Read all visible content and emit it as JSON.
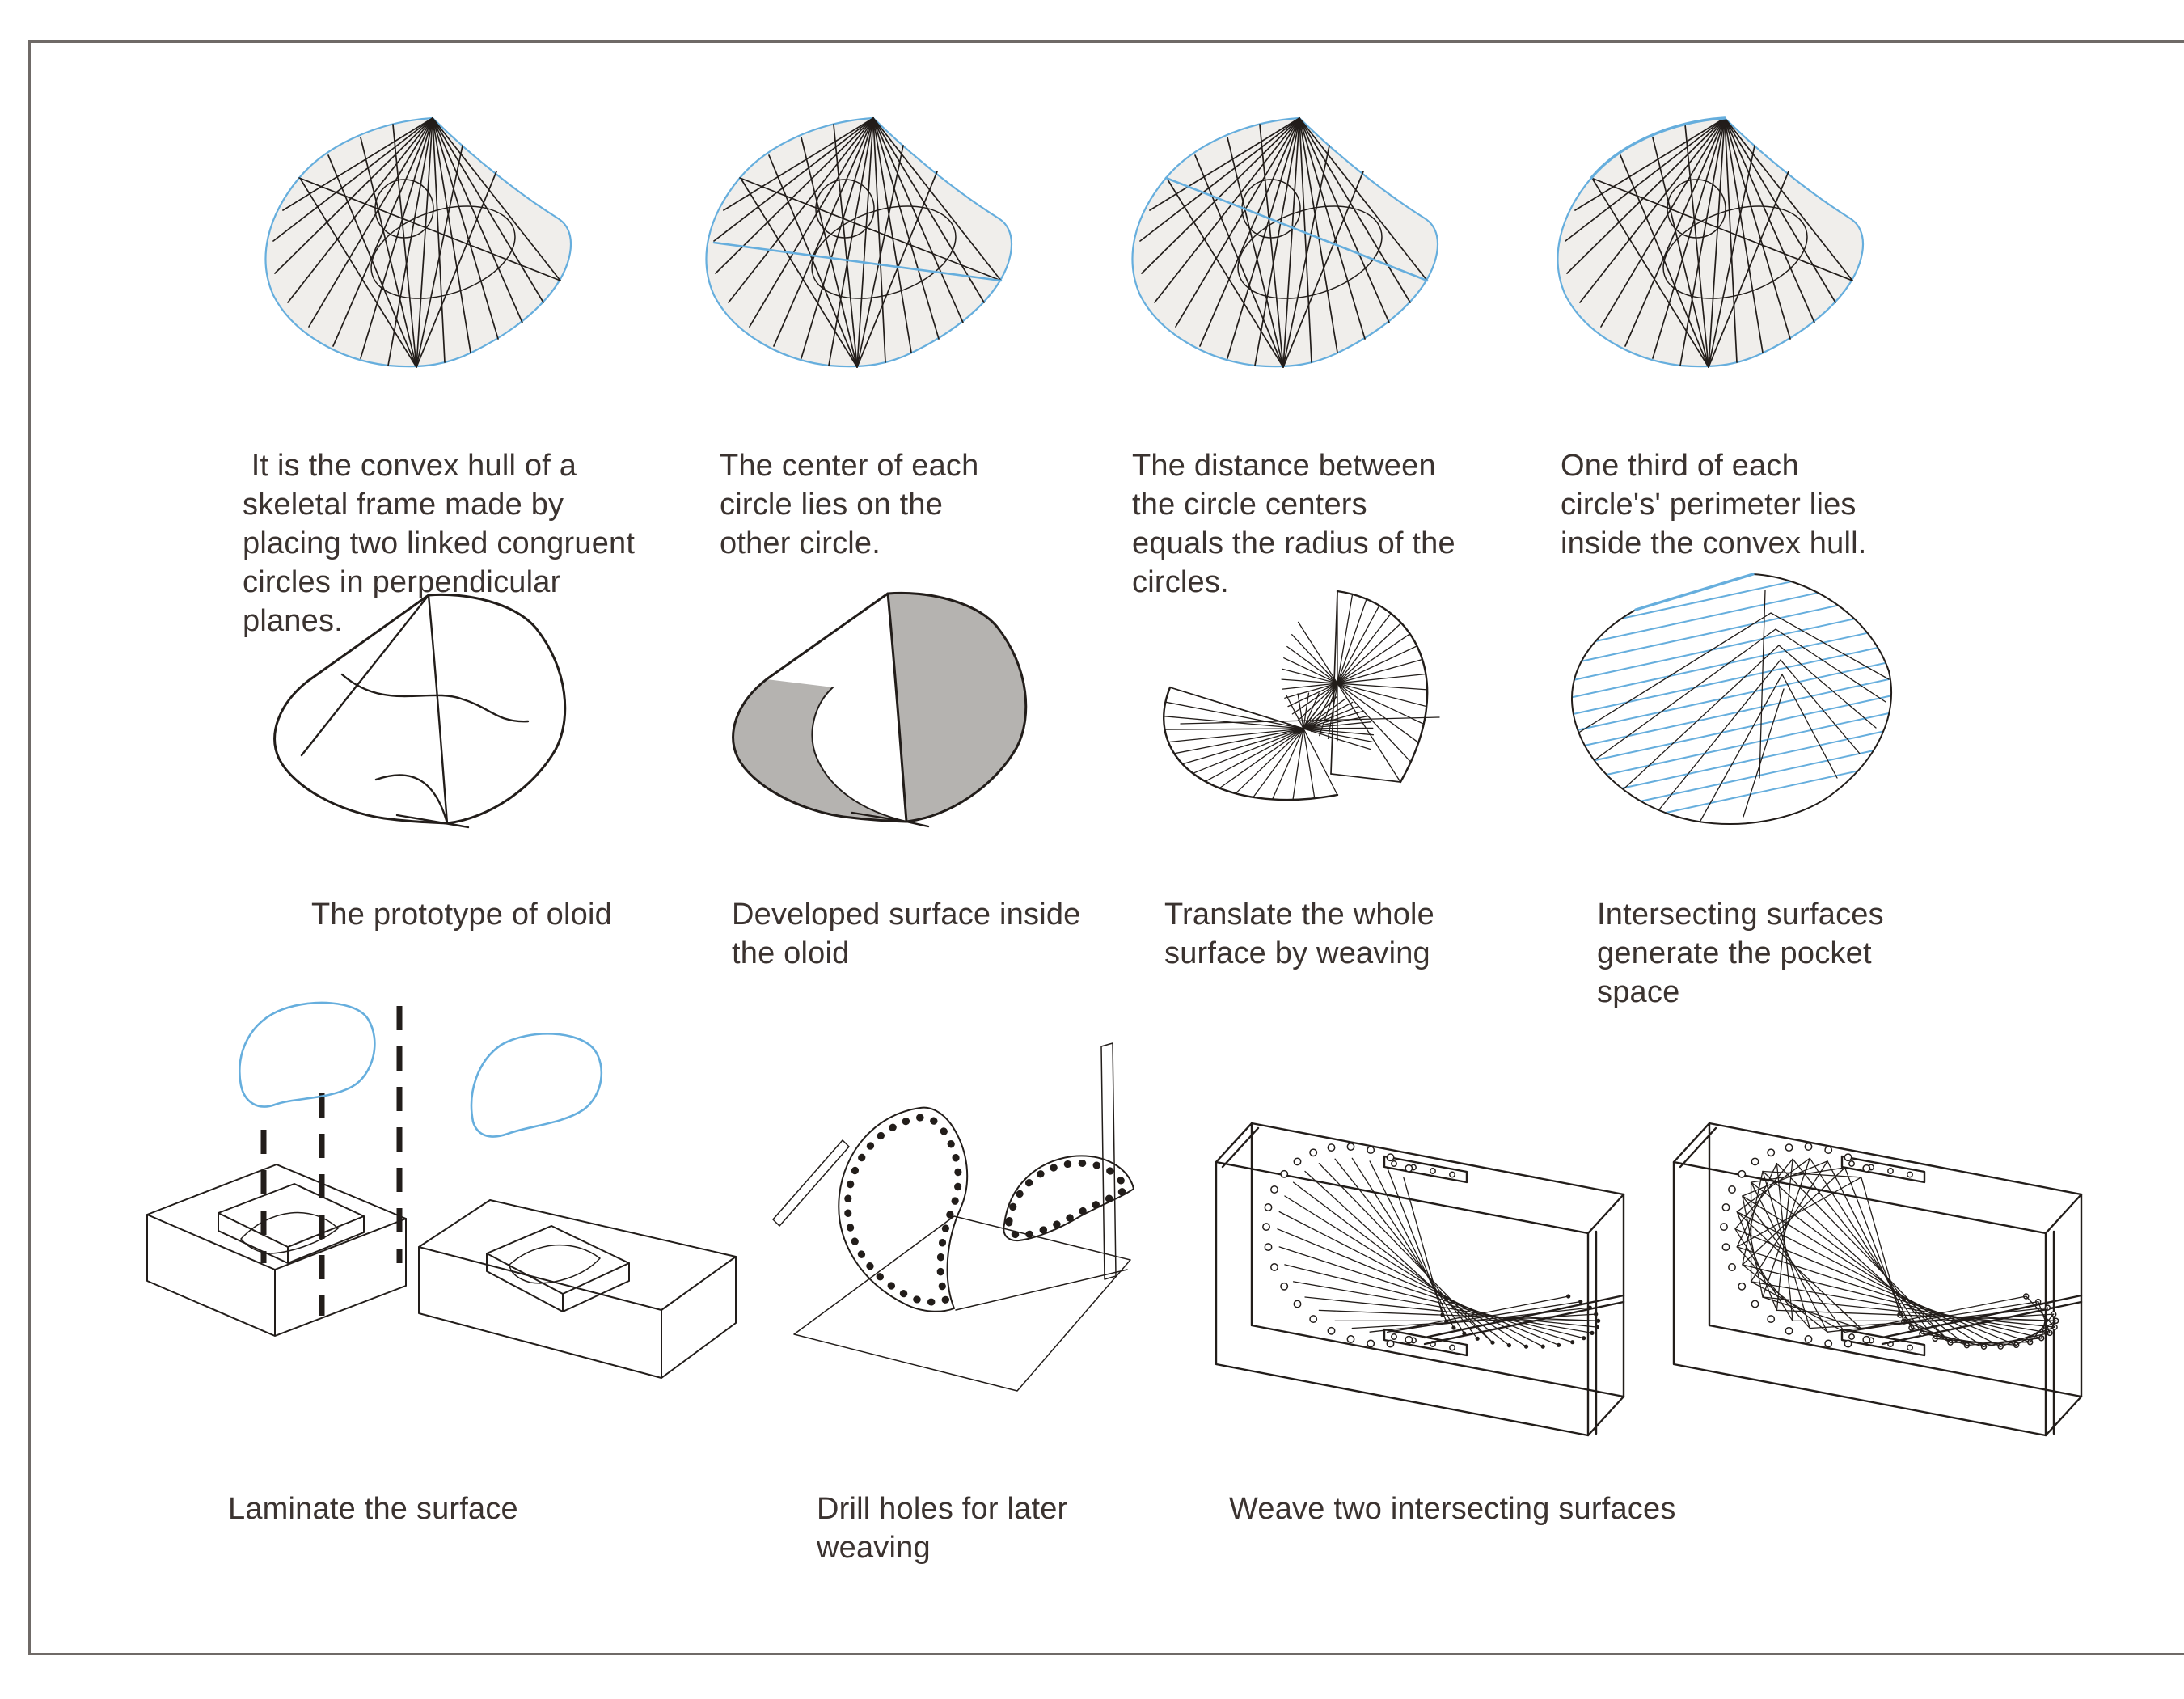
{
  "theme": {
    "accent_blue": "#66aedd",
    "ink": "#221d1a",
    "text_color": "#3b3330",
    "hull_fill": "#f0eeeb",
    "gray_fill": "#b5b3b0",
    "frame_gray": "#6f6a67",
    "bg": "#ffffff"
  },
  "sections": {
    "row1": {
      "items": [
        {
          "caption": " It is the convex hull of a skeletal frame made by placing two linked congruent circles in perpendicular planes.",
          "diagram": "oloid-convex-hull"
        },
        {
          "caption": "The center of each circle lies on the other circle.",
          "diagram": "oloid-convex-hull-circle-centers"
        },
        {
          "caption": "The distance between the circle centers equals the radius of the circles.",
          "diagram": "oloid-convex-hull-radius"
        },
        {
          "caption": "One third of each circle's' perimeter lies inside the convex hull.",
          "diagram": "oloid-convex-hull-perimeter"
        }
      ]
    },
    "row2": {
      "items": [
        {
          "caption": "The prototype of oloid",
          "diagram": "oloid-prototype-outline"
        },
        {
          "caption": "Developed surface inside the oloid",
          "diagram": "developed-surface-gray"
        },
        {
          "caption": "Translate the whole surface by weaving",
          "diagram": "ruled-weaving-fan"
        },
        {
          "caption": "Intersecting surfaces generate the pocket space",
          "diagram": "intersecting-surfaces-hatch"
        }
      ]
    },
    "row3": {
      "items": [
        {
          "caption": "Laminate the surface",
          "diagram": "laminated-mold-boxes"
        },
        {
          "caption": "Drill holes for later weaving",
          "diagram": "drilled-surfaces"
        },
        {
          "caption": "Weave two intersecting surfaces",
          "diagram": "weaving-boxes"
        }
      ]
    }
  }
}
